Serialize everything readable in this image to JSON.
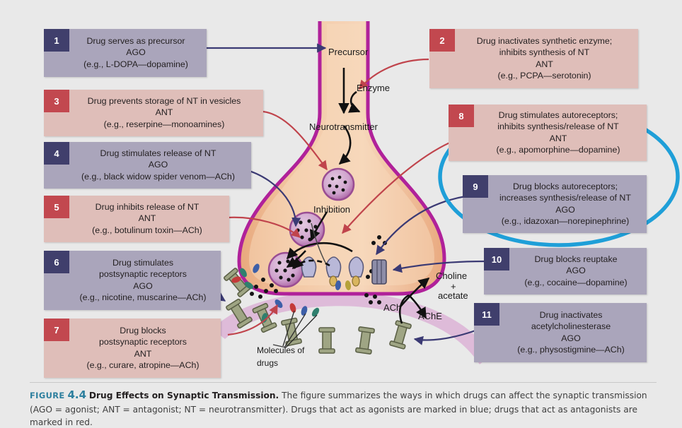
{
  "figure": {
    "background_color": "#e9e9e9",
    "highlight_circle_color": "#1f9fd8",
    "agonist_box_color": "#aaa5bb",
    "agonist_badge_color": "#403f6c",
    "antagonist_box_color": "#dfbeb9",
    "antagonist_badge_color": "#c2484f"
  },
  "caption": {
    "figure_word": "FIGURE",
    "figure_number": "4.4",
    "title": "Drug Effects on Synaptic Transmission.",
    "body_line1": "The figure summarizes the ways in which drugs can affect the synaptic transmission",
    "body_line2": "(AGO = agonist; ANT = antagonist; NT = neurotransmitter). Drugs that act as agonists are marked in blue; drugs that act as antagonists are marked in red."
  },
  "diagram_labels": [
    {
      "id": "precursor",
      "text": "Precursor"
    },
    {
      "id": "enzyme",
      "text": "Enzyme"
    },
    {
      "id": "neurotransmitter",
      "text": "Neurotransmitter"
    },
    {
      "id": "inhibition",
      "text": "Inhibition"
    },
    {
      "id": "choline",
      "text": "Choline"
    },
    {
      "id": "plus",
      "text": "+"
    },
    {
      "id": "acetate",
      "text": "acetate"
    },
    {
      "id": "ach",
      "text": "ACh"
    },
    {
      "id": "ache",
      "text": "AChE"
    },
    {
      "id": "molecules1",
      "text": "Molecules of"
    },
    {
      "id": "molecules2",
      "text": "drugs"
    }
  ],
  "boxes": [
    {
      "number": "1",
      "type": "ago",
      "lines": [
        "Drug serves as precursor",
        "AGO",
        "(e.g., L-DOPA—dopamine)"
      ]
    },
    {
      "number": "2",
      "type": "ant",
      "lines": [
        "Drug inactivates synthetic enzyme;",
        "inhibits synthesis of NT",
        "ANT",
        "(e.g., PCPA—serotonin)"
      ]
    },
    {
      "number": "3",
      "type": "ant",
      "lines": [
        "Drug prevents storage of NT in vesicles",
        "ANT",
        "(e.g., reserpine—monoamines)"
      ]
    },
    {
      "number": "4",
      "type": "ago",
      "lines": [
        "Drug stimulates release of NT",
        "AGO",
        "(e.g., black widow spider venom—ACh)"
      ]
    },
    {
      "number": "5",
      "type": "ant",
      "lines": [
        "Drug inhibits release of NT",
        "ANT",
        "(e.g., botulinum toxin—ACh)"
      ]
    },
    {
      "number": "6",
      "type": "ago",
      "lines": [
        "Drug stimulates",
        "postsynaptic receptors",
        "AGO",
        "(e.g., nicotine, muscarine—ACh)"
      ]
    },
    {
      "number": "7",
      "type": "ant",
      "lines": [
        "Drug blocks",
        "postsynaptic receptors",
        "ANT",
        "(e.g., curare, atropine—ACh)"
      ]
    },
    {
      "number": "8",
      "type": "ant",
      "lines": [
        "Drug stimulates autoreceptors;",
        "inhibits synthesis/release of NT",
        "ANT",
        "(e.g., apomorphine—dopamine)"
      ]
    },
    {
      "number": "9",
      "type": "ago",
      "lines": [
        "Drug blocks autoreceptors;",
        "increases synthesis/release of NT",
        "AGO",
        "(e.g., idazoxan—norepinephrine)"
      ]
    },
    {
      "number": "10",
      "type": "ago",
      "lines": [
        "Drug blocks reuptake",
        "AGO",
        "(e.g., cocaine—dopamine)"
      ]
    },
    {
      "number": "11",
      "type": "ago",
      "lines": [
        "Drug inactivates",
        "acetylcholinesterase",
        "AGO",
        "(e.g., physostigmine—ACh)"
      ]
    }
  ]
}
